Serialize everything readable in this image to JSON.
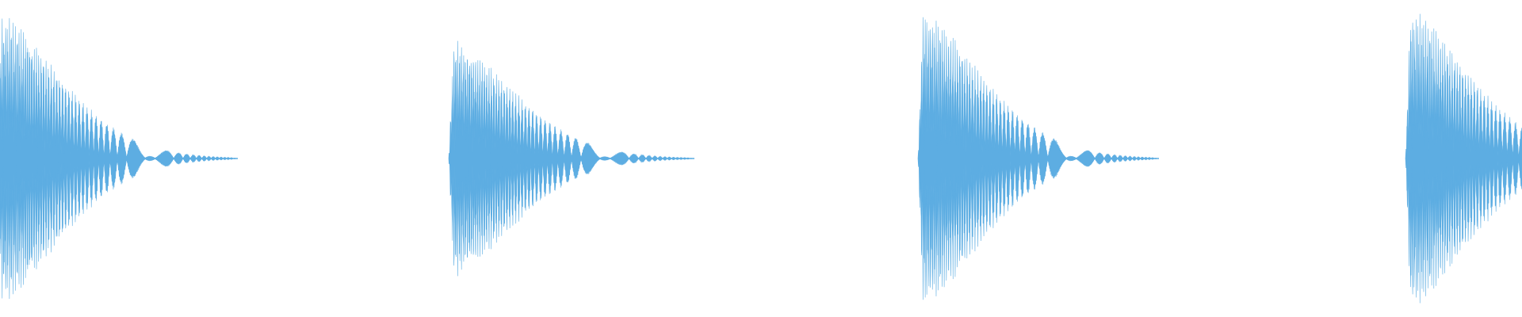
{
  "waveform": {
    "color": "#5dade2",
    "background": "#ffffff",
    "bursts": [
      {
        "peak": 0.95,
        "level": 1.0
      },
      {
        "peak": 0.78,
        "level": 0.82
      },
      {
        "peak": 0.97,
        "level": 0.96
      },
      {
        "peak": 0.98,
        "level": 0.98
      }
    ]
  }
}
